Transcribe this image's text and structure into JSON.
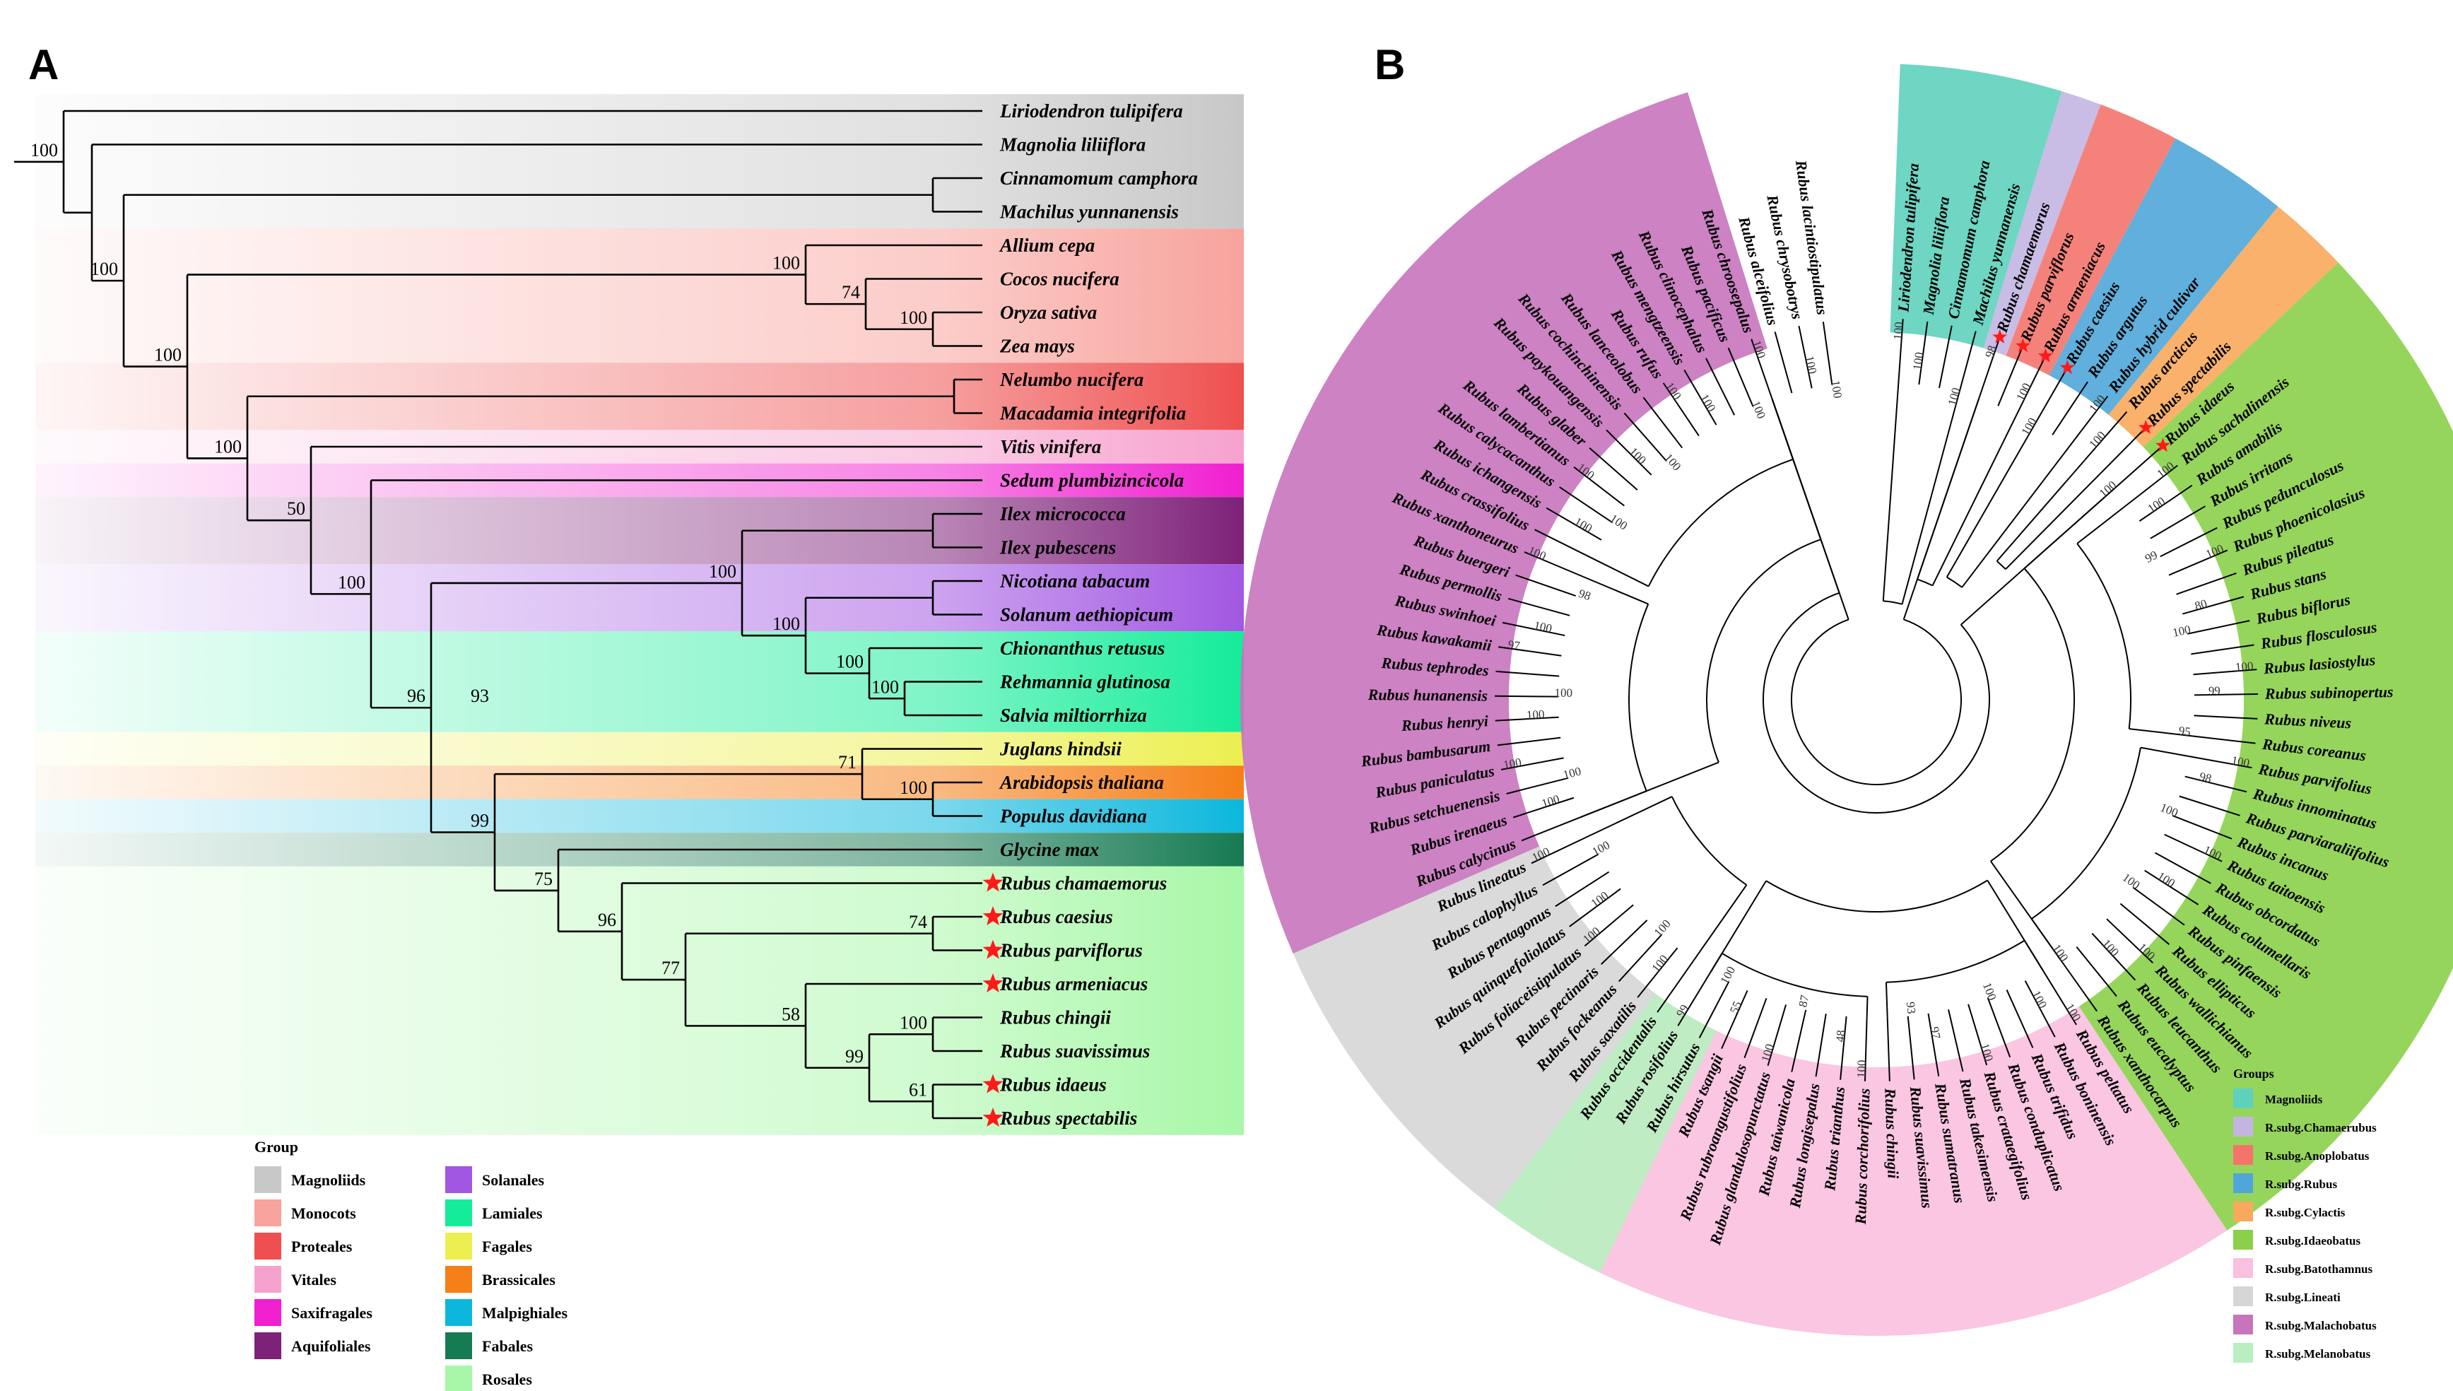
{
  "panelA": {
    "label": "A",
    "taxa": [
      "Liriodendron tulipifera",
      "Magnolia liliiflora",
      "Cinnamomum camphora",
      "Machilus yunnanensis",
      "Allium cepa",
      "Cocos nucifera",
      "Oryza sativa",
      "Zea mays",
      "Nelumbo nucifera",
      "Macadamia integrifolia",
      "Vitis vinifera",
      "Sedum plumbizincicola",
      "Ilex micrococca",
      "Ilex pubescens",
      "Nicotiana tabacum",
      "Solanum aethiopicum",
      "Chionanthus retusus",
      "Rehmannia glutinosa",
      "Salvia miltiorrhiza",
      "Juglans hindsii",
      "Arabidopsis thaliana",
      "Populus davidiana",
      "Glycine max",
      "Rubus chamaemorus",
      "Rubus caesius",
      "Rubus parviflorus",
      "Rubus armeniacus",
      "Rubus chingii",
      "Rubus suavissimus",
      "Rubus idaeus",
      "Rubus spectabilis"
    ],
    "starred": [
      23,
      24,
      25,
      26,
      29,
      30
    ],
    "support": [
      {
        "label": "100",
        "node": "root"
      },
      {
        "label": "100",
        "node": "n_nonmagnoliid"
      },
      {
        "label": "100",
        "node": "n_monocot_rest"
      },
      {
        "label": "100",
        "node": "n_monocot"
      },
      {
        "label": "74",
        "node": "n_cocos"
      },
      {
        "label": "100",
        "node": "n_oryza_zea"
      },
      {
        "label": "100",
        "node": "n_eudicot"
      },
      {
        "label": "50",
        "node": "n_vitis_rest"
      },
      {
        "label": "100",
        "node": "n_sedum_rest"
      },
      {
        "label": "96",
        "node": "n_core"
      },
      {
        "label": "93",
        "node": "n_asterid_rosid"
      },
      {
        "label": "100",
        "node": "n_asterid"
      },
      {
        "label": "100",
        "node": "n_lamiid"
      },
      {
        "label": "100",
        "node": "n_lamiales"
      },
      {
        "label": "100",
        "node": "n_rehm_salvia"
      },
      {
        "label": "99",
        "node": "n_rosid"
      },
      {
        "label": "71",
        "node": "n_fagales_brass"
      },
      {
        "label": "100",
        "node": "n_brass_malp"
      },
      {
        "label": "75",
        "node": "n_fabales_rosales"
      },
      {
        "label": "96",
        "node": "n_rubus"
      },
      {
        "label": "74",
        "node": "n_caes_parv"
      },
      {
        "label": "77",
        "node": "n_rubus_b"
      },
      {
        "label": "58",
        "node": "n_rubus_c"
      },
      {
        "label": "99",
        "node": "n_rubus_d"
      },
      {
        "label": "100",
        "node": "n_ching_suav"
      },
      {
        "label": "61",
        "node": "n_idaeus_spect"
      }
    ],
    "groups": [
      {
        "name": "Magnoliids",
        "color": "#c8c8c8"
      },
      {
        "name": "Monocots",
        "color": "#f8a39d"
      },
      {
        "name": "Proteales",
        "color": "#ef4f4f"
      },
      {
        "name": "Vitales",
        "color": "#f6a2ce"
      },
      {
        "name": "Saxifragales",
        "color": "#f01fd0"
      },
      {
        "name": "Aquifoliales",
        "color": "#7e2179"
      },
      {
        "name": "Solanales",
        "color": "#a257e2"
      },
      {
        "name": "Lamiales",
        "color": "#15ec99"
      },
      {
        "name": "Fagales",
        "color": "#ecef4f"
      },
      {
        "name": "Brassicales",
        "color": "#f57f18"
      },
      {
        "name": "Malpighiales",
        "color": "#0cb7dc"
      },
      {
        "name": "Fabales",
        "color": "#167a52"
      },
      {
        "name": "Rosales",
        "color": "#a8f7a8"
      }
    ],
    "legend_title": "Group"
  },
  "panelB": {
    "label": "B",
    "legend_title": "Groups",
    "groups": [
      {
        "name": "Magnoliids",
        "color": "#5ed1bd"
      },
      {
        "name": "R.subg.Chamaerubus",
        "color": "#c3b5e2"
      },
      {
        "name": "R.subg.Anoplobatus",
        "color": "#f4746b"
      },
      {
        "name": "R.subg.Rubus",
        "color": "#4fa6d8"
      },
      {
        "name": "R.subg.Cylactis",
        "color": "#f8a95b"
      },
      {
        "name": "R.subg.Idaeobatus",
        "color": "#8bd04a"
      },
      {
        "name": "R.subg.Batothamnus",
        "color": "#f9c0df"
      },
      {
        "name": "R.subg.Lineati",
        "color": "#d6d6d6"
      },
      {
        "name": "R.subg.Malachobatus",
        "color": "#c774bd"
      },
      {
        "name": "R.subg.Melanobatus",
        "color": "#b9efc0"
      }
    ],
    "taxa": [
      "Liriodendron tulipifera",
      "Magnolia liliiflora",
      "Cinnamomum camphora",
      "Machilus yunnanensis",
      "Rubus chamaemorus",
      "Rubus parviflorus",
      "Rubus armeniacus",
      "Rubus caesius",
      "Rubus argutus",
      "Rubus hybrid cultivar",
      "Rubus arcticus",
      "Rubus spectabilis",
      "Rubus idaeus",
      "Rubus sachalinensis",
      "Rubus amabilis",
      "Rubus irritans",
      "Rubus pedunculosus",
      "Rubus phoenicolasius",
      "Rubus pileatus",
      "Rubus stans",
      "Rubus biflorus",
      "Rubus flosculosus",
      "Rubus lasiostylus",
      "Rubus subinopertus",
      "Rubus niveus",
      "Rubus coreanus",
      "Rubus parvifolius",
      "Rubus innominatus",
      "Rubus parviaraliifolius",
      "Rubus incanus",
      "Rubus taitoensis",
      "Rubus obcordatus",
      "Rubus columellaris",
      "Rubus pinfaensis",
      "Rubus ellipticus",
      "Rubus wallichianus",
      "Rubus leucanthus",
      "Rubus eucalyptus",
      "Rubus xanthocarpus",
      "Rubus peltatus",
      "Rubus boninensis",
      "Rubus trifidus",
      "Rubus conduplicatus",
      "Rubus crataegifolius",
      "Rubus takesimensis",
      "Rubus sumatranus",
      "Rubus suavissimus",
      "Rubus chingii",
      "Rubus corchorifolius",
      "Rubus trianthus",
      "Rubus longisepalus",
      "Rubus taiwanicola",
      "Rubus glandulosopunctatus",
      "Rubus rubroangustifolius",
      "Rubus tsangii",
      "Rubus hirsutus",
      "Rubus rosifolius",
      "Rubus occidentalis",
      "Rubus saxatilis",
      "Rubus fockeanus",
      "Rubus pectinaris",
      "Rubus foliaceistipulatus",
      "Rubus quinquefoliolatus",
      "Rubus pentagonus",
      "Rubus calophyllus",
      "Rubus lineatus",
      "Rubus calycinus",
      "Rubus irenaeus",
      "Rubus setchuenensis",
      "Rubus paniculatus",
      "Rubus bambusarum",
      "Rubus henryi",
      "Rubus hunanensis",
      "Rubus tephrodes",
      "Rubus kawakamii",
      "Rubus swinhoei",
      "Rubus permollis",
      "Rubus buergeri",
      "Rubus xanthoneurus",
      "Rubus crassifolius",
      "Rubus ichangensis",
      "Rubus calycacanthus",
      "Rubus lambertianus",
      "Rubus glaber",
      "Rubus paykouangensis",
      "Rubus cochinchinensis",
      "Rubus lanceolobus",
      "Rubus rufus",
      "Rubus mengtzeensis",
      "Rubus clinocephalus",
      "Rubus pacificus",
      "Rubus chroosepalus",
      "Rubus alceifolius",
      "Rubus chrysobotrys",
      "Rubus lacintiostipulatus"
    ],
    "starred": [
      "Rubus chamaemorus",
      "Rubus parviflorus",
      "Rubus armeniacus",
      "Rubus caesius",
      "Rubus spectabilis",
      "Rubus idaeus"
    ],
    "support_labels": [
      "100",
      "100",
      "100",
      "98",
      "100",
      "100",
      "100",
      "100",
      "100",
      "100",
      "100",
      "99",
      "100",
      "80",
      "100",
      "100",
      "99",
      "95",
      "100",
      "98",
      "100",
      "100",
      "100",
      "100",
      "100",
      "100",
      "100",
      "100",
      "100",
      "100",
      "100",
      "97",
      "93",
      "100",
      "48",
      "87",
      "100",
      "55",
      "100",
      "99",
      "100",
      "100",
      "100",
      "100",
      "100",
      "100",
      "100",
      "100",
      "100",
      "100",
      "100",
      "97",
      "100",
      "98",
      "100",
      "100",
      "100",
      "100",
      "100",
      "100",
      "100",
      "100",
      "100",
      "100",
      "100",
      "100"
    ]
  }
}
